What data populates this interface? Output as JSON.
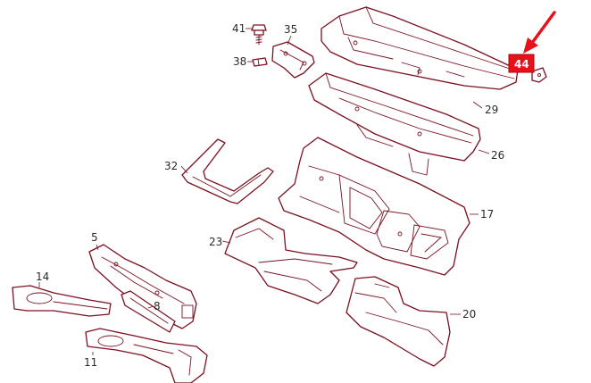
{
  "diagram": {
    "callouts": {
      "c41": "41",
      "c35": "35",
      "c38": "38",
      "c44": "44",
      "c29": "29",
      "c26": "26",
      "c32": "32",
      "c17": "17",
      "c5": "5",
      "c23": "23",
      "c14": "14",
      "c8": "8",
      "c20": "20",
      "c11": "11"
    },
    "highlight_color": "#e8101a",
    "line_color": "#7a1020"
  }
}
